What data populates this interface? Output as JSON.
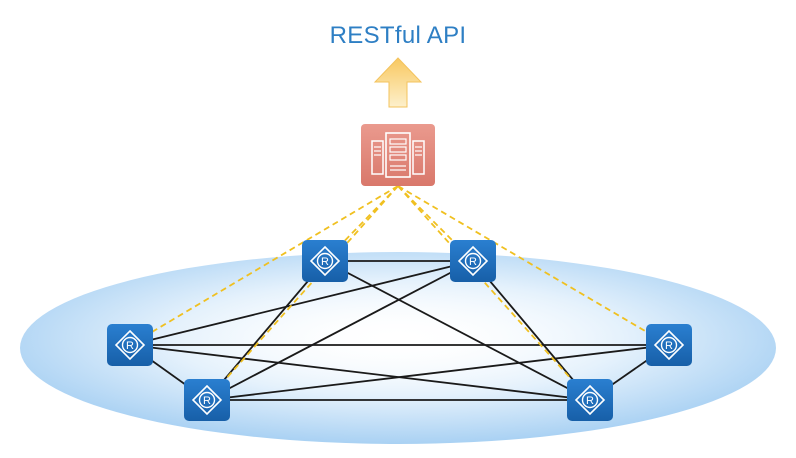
{
  "diagram": {
    "api_label": "RESTful API",
    "controller": {
      "name": "controller-server"
    },
    "router_glyph": "R",
    "routers": [
      {
        "id": "r1",
        "name": "router-top-left"
      },
      {
        "id": "r2",
        "name": "router-top-right"
      },
      {
        "id": "r3",
        "name": "router-mid-left"
      },
      {
        "id": "r4",
        "name": "router-mid-right"
      },
      {
        "id": "r5",
        "name": "router-bottom-left"
      },
      {
        "id": "r6",
        "name": "router-bottom-right"
      }
    ],
    "physical_links": [
      [
        "r1",
        "r2"
      ],
      [
        "r1",
        "r5"
      ],
      [
        "r1",
        "r6"
      ],
      [
        "r2",
        "r3"
      ],
      [
        "r2",
        "r6"
      ],
      [
        "r2",
        "r5"
      ],
      [
        "r3",
        "r4"
      ],
      [
        "r3",
        "r5"
      ],
      [
        "r3",
        "r6"
      ],
      [
        "r4",
        "r5"
      ],
      [
        "r4",
        "r6"
      ],
      [
        "r5",
        "r6"
      ]
    ],
    "control_links": [
      "r1",
      "r2",
      "r3",
      "r4",
      "r5",
      "r6"
    ],
    "colors": {
      "api_text": "#2e7fc4",
      "arrow": "#f9cf72",
      "controller_fill": "#e38f83",
      "router_fill": "#1f6fc0",
      "physical_link": "#1a1a1a",
      "control_link": "#f0c020",
      "network_ellipse": "#bcdcf6"
    }
  }
}
